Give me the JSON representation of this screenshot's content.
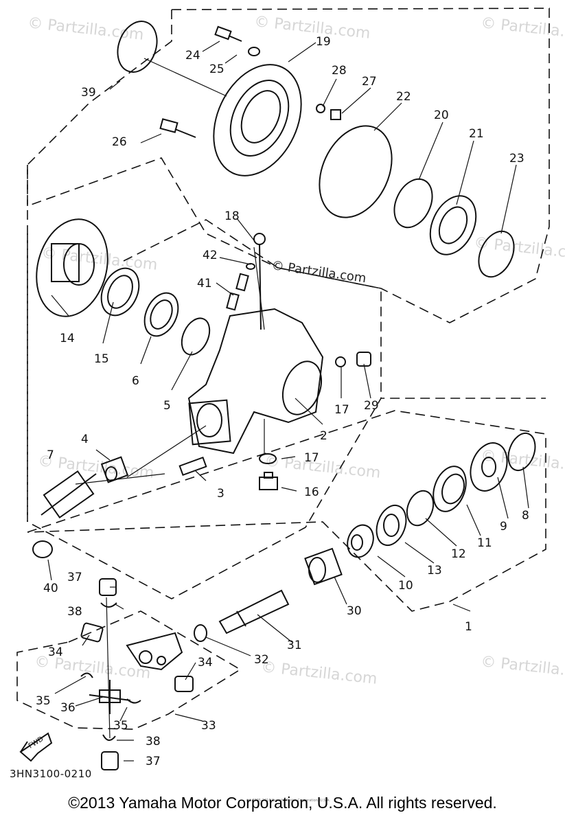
{
  "watermarks": [
    "© Partzilla.com",
    "© Partzilla.com",
    "© Partzilla.com",
    "© Partzilla.com",
    "© Partzilla.com",
    "© Partzilla.com",
    "© Partzilla.com",
    "© Partzilla.com",
    "© Partzilla.com",
    "© Partzilla.com",
    "© Partzilla.com"
  ],
  "center_watermark": "© Partzilla.com",
  "fwd_label": "FWD",
  "diagram_code": "3HN3100-0210",
  "footer_small": "(c) 2005-2016 Yamaha Motor Corporation, U.S.A.",
  "footer": "©2013 Yamaha Motor Corporation, U.S.A. All rights reserved.",
  "part_numbers": [
    "39",
    "24",
    "25",
    "19",
    "28",
    "27",
    "22",
    "20",
    "21",
    "23",
    "26",
    "18",
    "42",
    "41",
    "14",
    "15",
    "6",
    "5",
    "2",
    "17",
    "29",
    "4",
    "7",
    "3",
    "17",
    "16",
    "9",
    "8",
    "11",
    "12",
    "13",
    "10",
    "40",
    "37",
    "38",
    "30",
    "31",
    "1",
    "34",
    "32",
    "34",
    "35",
    "36",
    "35",
    "33",
    "38",
    "37"
  ]
}
